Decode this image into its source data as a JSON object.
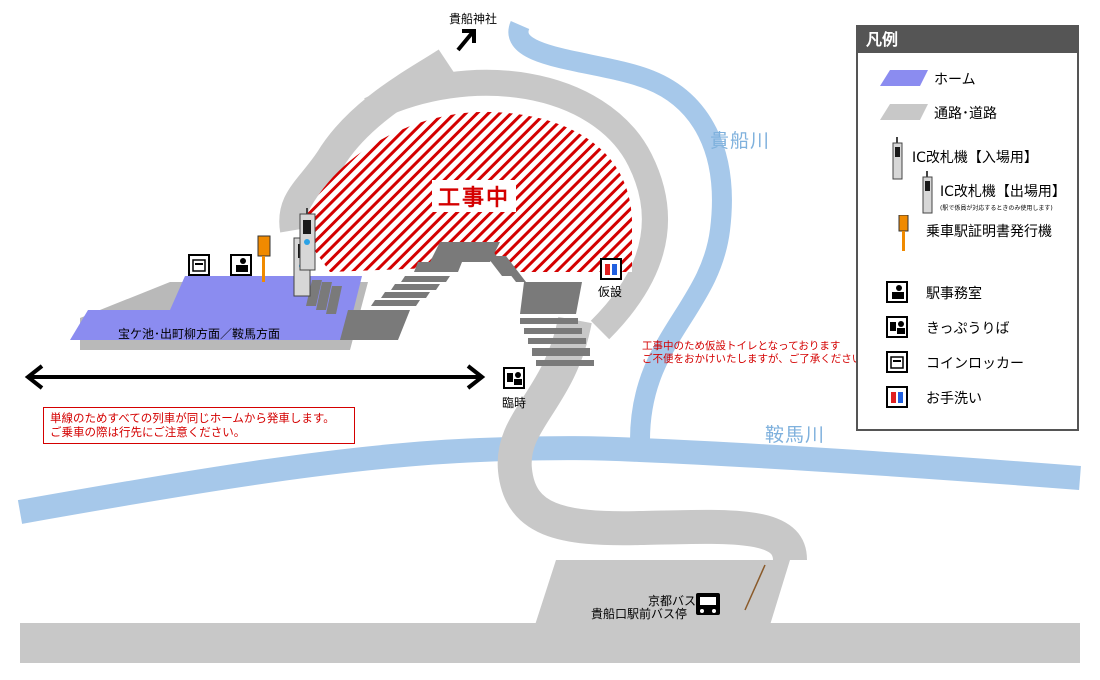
{
  "map": {
    "shrine_label": "貴船神社",
    "river_kibune": "貴船川",
    "river_kurama": "鞍馬川",
    "platform_label": "宝ケ池･出町柳方面／鞍馬方面",
    "construction_label": "工事中",
    "temp_toilet_label": "仮設",
    "temp_label": "臨時",
    "notice_line1": "単線のためすべての列車が同じホームから発車します。",
    "notice_line2": "ご乗車の際は行先にご注意ください。",
    "toilet_note_line1": "工事中のため仮設トイレとなっております",
    "toilet_note_line2": "ご不便をおかけいたしますが、ご了承ください",
    "bus_line1": "京都バス",
    "bus_line2": "貴船口駅前バス停"
  },
  "legend": {
    "title": "凡例",
    "items": [
      {
        "label": "ホーム",
        "icon": "platform-swatch"
      },
      {
        "label": "通路･道路",
        "icon": "road-swatch"
      },
      {
        "label": "IC改札機【入場用】",
        "icon": "ic-gate-entry-icon"
      },
      {
        "label": "IC改札機【出場用】",
        "icon": "ic-gate-exit-icon"
      },
      {
        "label": "(駅で係員が対応するときのみ使用します)",
        "icon": ""
      },
      {
        "label": "乗車駅証明書発行機",
        "icon": "ticket-issuer-icon"
      },
      {
        "label": "駅事務室",
        "icon": "station-office-icon"
      },
      {
        "label": "きっぷうりば",
        "icon": "ticket-counter-icon"
      },
      {
        "label": "コインロッカー",
        "icon": "coin-locker-icon"
      },
      {
        "label": "お手洗い",
        "icon": "restroom-icon"
      }
    ]
  },
  "colors": {
    "platform": "#8b8cf0",
    "road": "#c8c8c8",
    "river": "#a6c8ea",
    "construction": "#d40000",
    "stairs": "#7a7a7a"
  }
}
